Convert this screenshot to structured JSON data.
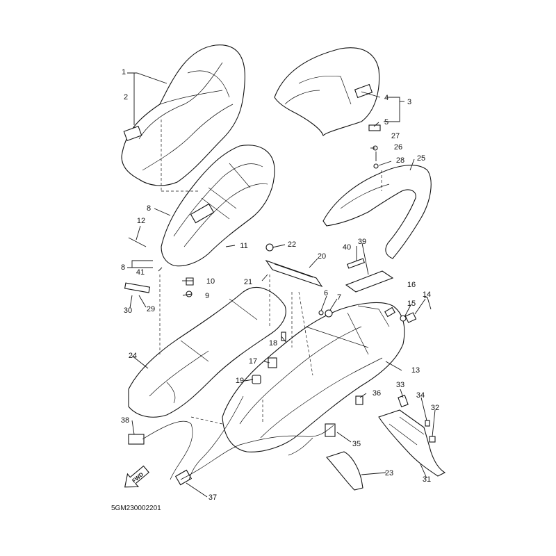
{
  "diagram": {
    "reference_code": "5GM230002201",
    "direction_marker": "FWD",
    "callouts": [
      "1",
      "2",
      "3",
      "4",
      "5",
      "6",
      "7",
      "8",
      "8",
      "9",
      "10",
      "11",
      "12",
      "13",
      "14",
      "15",
      "16",
      "17",
      "18",
      "19",
      "20",
      "21",
      "22",
      "23",
      "24",
      "25",
      "26",
      "27",
      "28",
      "29",
      "30",
      "31",
      "32",
      "33",
      "34",
      "35",
      "36",
      "37",
      "38",
      "39",
      "40",
      "41"
    ]
  }
}
